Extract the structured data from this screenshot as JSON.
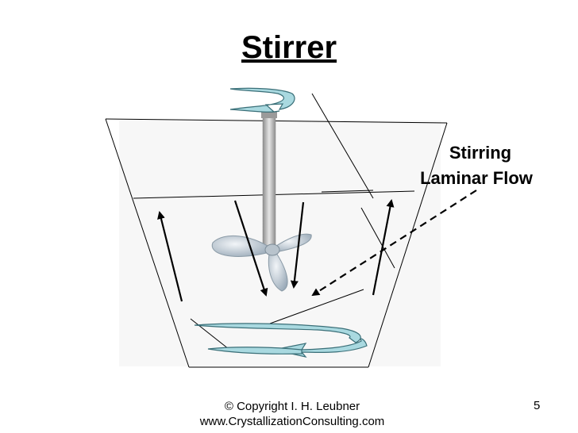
{
  "title": "Stirrer",
  "labels": {
    "line1": "Stirring",
    "line2": "Laminar Flow"
  },
  "footer": {
    "copyright": "© Copyright I. H. Leubner",
    "website": "www.CrystallizationConsulting.com",
    "page_number": "5"
  },
  "colors": {
    "swirl_fill": "#a9d9e0",
    "propeller": "#c7d3dd",
    "shaft": "#b9b9b9"
  }
}
